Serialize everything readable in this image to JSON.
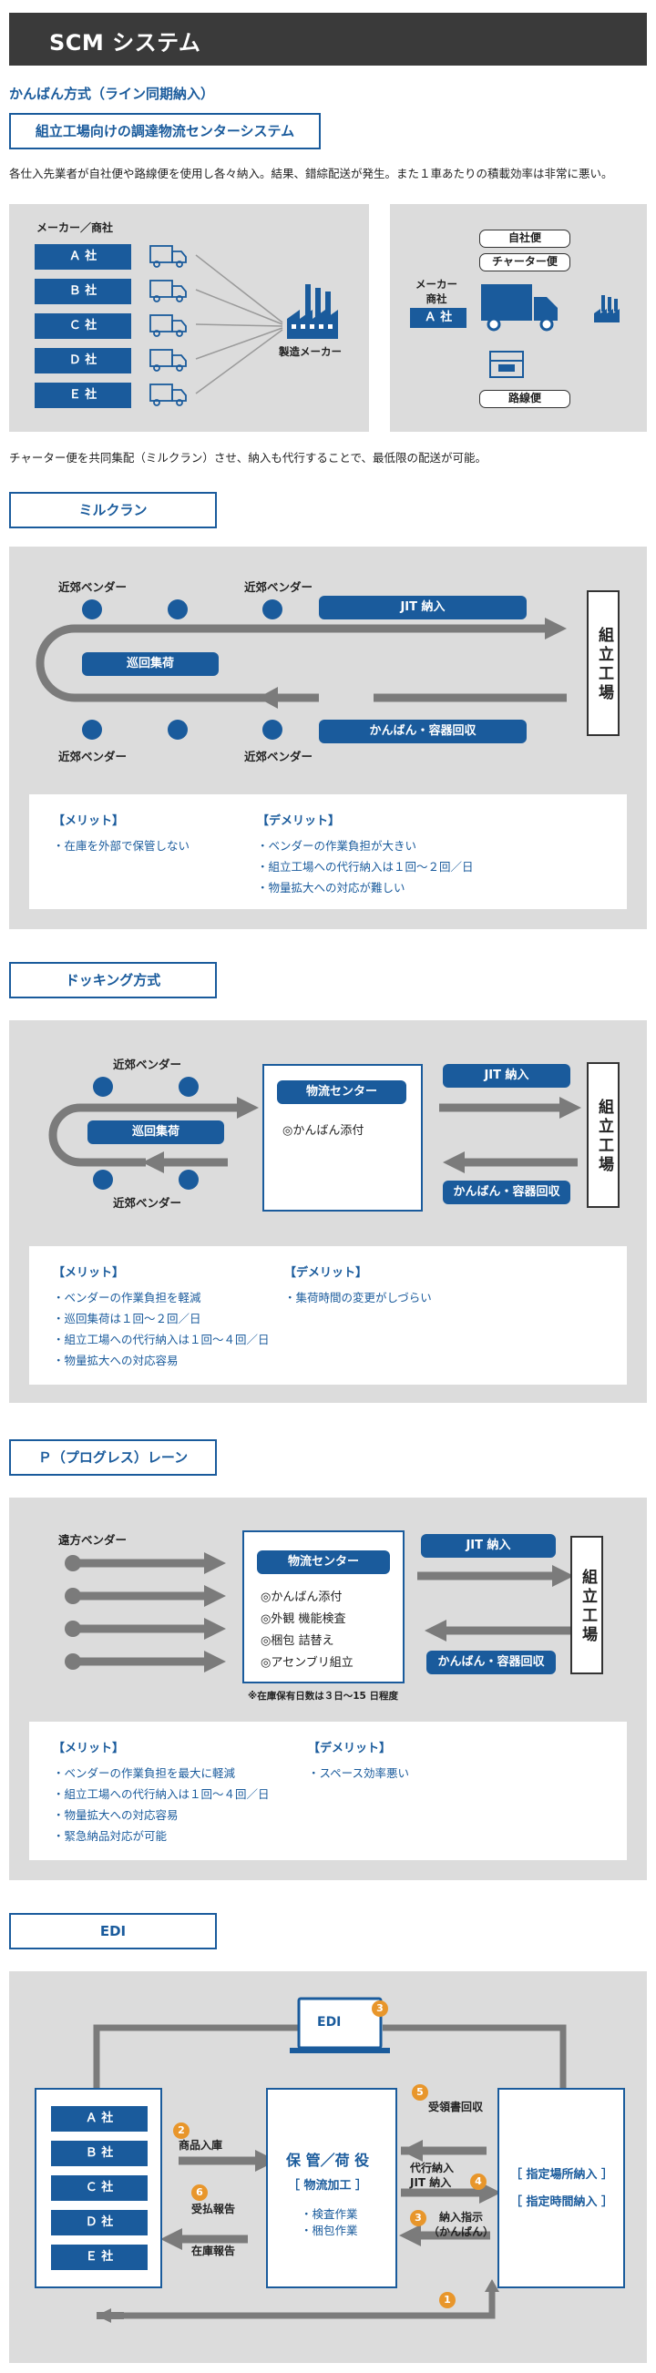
{
  "header": {
    "title": "SCM システム"
  },
  "intro": {
    "subtitle": "かんばん方式（ライン同期納入）",
    "box_title": "組立工場向けの調達物流センターシステム",
    "description": "各仕入先業者が自社便や路線便を使用し各々納入。結果、錯綜配送が発生。また１車あたりの積載効率は非常に悪い。",
    "left": {
      "label": "メーカー／商社",
      "companies": [
        "Ａ 社",
        "Ｂ 社",
        "Ｃ 社",
        "Ｄ 社",
        "Ｅ 社"
      ],
      "factory_label": "製造メーカー"
    },
    "right": {
      "maker_label": "メーカー\n商社",
      "company": "Ａ 社",
      "own": "自社便",
      "charter": "チャーター便",
      "route": "路線便"
    },
    "footnote": "チャーター便を共同集配（ミルクラン）させ、納入も代行することで、最低限の配送が可能。"
  },
  "milkrun": {
    "title": "ミルクラン",
    "vendor": "近郊ベンダー",
    "jit": "JIT 納入",
    "collect": "巡回集荷",
    "return": "かんばん・容器回収",
    "factory": "組立工場",
    "merit_title": "【メリット】",
    "merits": [
      "・在庫を外部で保管しない"
    ],
    "demerit_title": "【デメリット】",
    "demerits": [
      "・ベンダーの作業負担が大きい",
      "・組立工場への代行納入は１回〜２回／日",
      "・物量拡大への対応が難しい"
    ]
  },
  "docking": {
    "title": "ドッキング方式",
    "vendor": "近郊ベンダー",
    "collect": "巡回集荷",
    "center": "物流センター",
    "kanban": "◎かんばん添付",
    "jit": "JIT 納入",
    "return": "かんばん・容器回収",
    "factory": "組立工場",
    "merit_title": "【メリット】",
    "merits": [
      "・ベンダーの作業負担を軽減",
      "・巡回集荷は１回〜２回／日",
      "・組立工場への代行納入は１回〜４回／日",
      "・物量拡大への対応容易"
    ],
    "demerit_title": "【デメリット】",
    "demerits": [
      "・集荷時間の変更がしづらい"
    ]
  },
  "plane": {
    "title": "Ｐ（プログレス）レーン",
    "vendor": "遠方ベンダー",
    "center": "物流センター",
    "items": [
      "◎かんばん添付",
      "◎外観 機能検査",
      "◎梱包 詰替え",
      "◎アセンブリ組立"
    ],
    "note": "※在庫保有日数は３日〜15 日程度",
    "jit": "JIT 納入",
    "return": "かんばん・容器回収",
    "factory": "組立工場",
    "merit_title": "【メリット】",
    "merits": [
      "・ベンダーの作業負担を最大に軽減",
      "・組立工場への代行納入は１回〜４回／日",
      "・物量拡大への対応容易",
      "・緊急納品対応が可能"
    ],
    "demerit_title": "【デメリット】",
    "demerits": [
      "・スペース効率悪い"
    ]
  },
  "edi": {
    "title": "EDI",
    "screen": "EDI",
    "companies": [
      "Ａ 社",
      "Ｂ 社",
      "Ｃ 社",
      "Ｄ 社",
      "Ｅ 社"
    ],
    "center_title": "保 管／荷 役",
    "center_sub": "［ 物流加工 ］",
    "center_items": [
      "・検査作業",
      "・梱包作業"
    ],
    "right_items": [
      "［ 指定場所納入 ］",
      "［ 指定時間納入 ］"
    ],
    "arrival": "商品入庫",
    "receive_report": "受払報告",
    "stock_report": "在庫報告",
    "receipt": "受領書回収",
    "proxy": "代行納入\nJIT 納入",
    "instruction": "納入指示\n（かんばん）",
    "badges": [
      "1",
      "2",
      "3",
      "3",
      "4",
      "5",
      "6"
    ]
  }
}
